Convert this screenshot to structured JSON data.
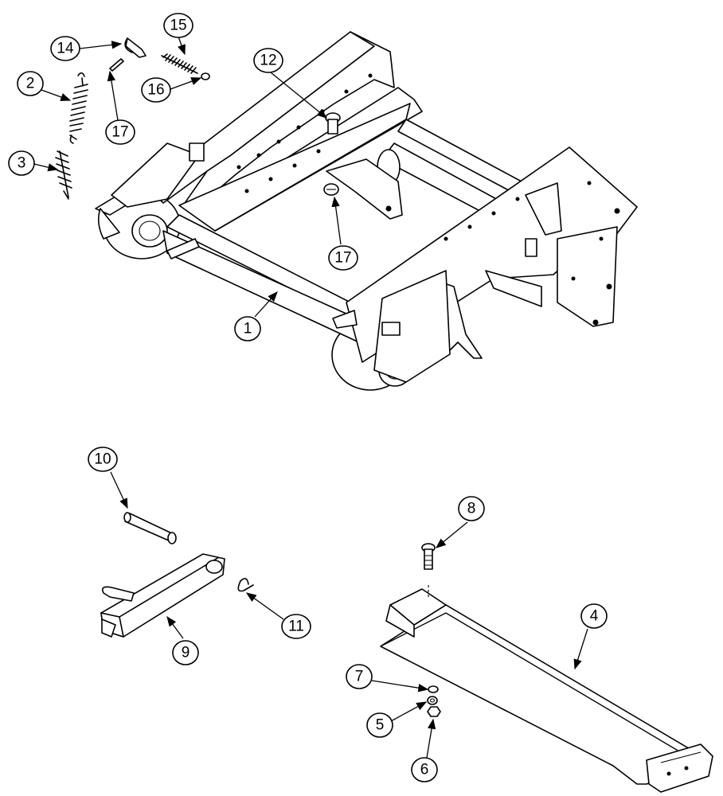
{
  "callouts": {
    "c1": "1",
    "c2": "2",
    "c3": "3",
    "c4": "4",
    "c5": "5",
    "c6": "6",
    "c7": "7",
    "c8": "8",
    "c9": "9",
    "c10": "10",
    "c11": "11",
    "c12": "12",
    "c14": "14",
    "c15": "15",
    "c16": "16",
    "c17a": "17",
    "c17b": "17"
  },
  "colors": {
    "ink": "#000000",
    "paper": "#ffffff"
  }
}
